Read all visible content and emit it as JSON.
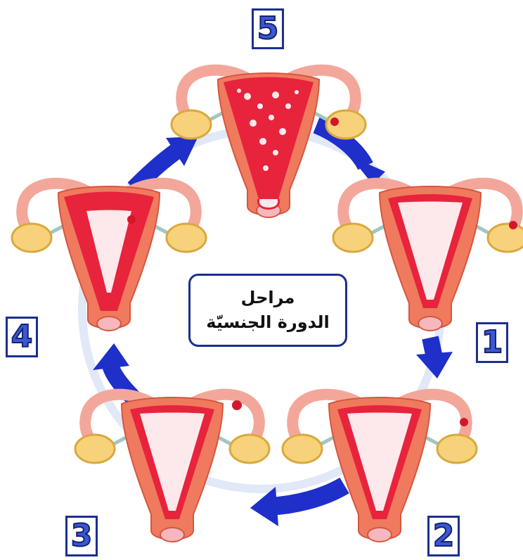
{
  "title": {
    "line1": "مراحل",
    "line2": "الدورة الجنسيّة"
  },
  "stages": [
    {
      "label": "1",
      "lining": "thin",
      "egg": "right-ovary"
    },
    {
      "label": "2",
      "lining": "thin",
      "egg": "right-tube"
    },
    {
      "label": "3",
      "lining": "thickening",
      "egg": "right-tube-upper"
    },
    {
      "label": "4",
      "lining": "thick",
      "egg": "uterus"
    },
    {
      "label": "5",
      "lining": "shedding",
      "egg": "ovary"
    }
  ],
  "colors": {
    "arrow_blue": "#1f2fc9",
    "arrow_light": "#c8d6f2",
    "badge_border": "#1b2f8f",
    "badge_text": "#3d56d6",
    "uterus_outer": "#f07a5e",
    "uterus_lining": "#e8233c",
    "cavity": "#fde9ec",
    "tube": "#f3a79a",
    "ovary": "#f7d27a",
    "egg": "#d4162a"
  }
}
